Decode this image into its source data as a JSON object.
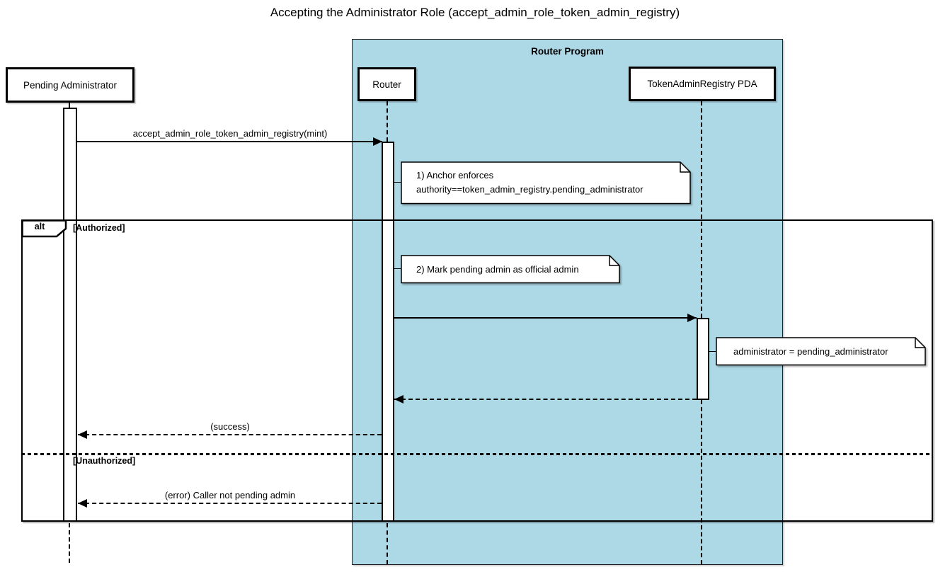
{
  "diagram": {
    "title": "Accepting the Administrator Role (accept_admin_role_token_admin_registry)",
    "type": "uml-sequence-diagram"
  },
  "container": {
    "label": "Router Program",
    "fill": "#ADD8E6"
  },
  "participants": [
    {
      "label": "Pending Administrator"
    },
    {
      "label": "Router"
    },
    {
      "label": "TokenAdminRegistry PDA"
    }
  ],
  "messages": [
    {
      "label": "accept_admin_role_token_admin_registry(mint)",
      "style": "solid",
      "from": "Pending Administrator",
      "to": "Router"
    },
    {
      "label": "",
      "style": "solid",
      "from": "Router",
      "to": "TokenAdminRegistry PDA"
    },
    {
      "label": "",
      "style": "dashed-return",
      "from": "TokenAdminRegistry PDA",
      "to": "Router"
    },
    {
      "label": "(success)",
      "style": "dashed-return",
      "from": "Router",
      "to": "Pending Administrator"
    },
    {
      "label": "(error) Caller not pending admin",
      "style": "dashed-return",
      "from": "Router",
      "to": "Pending Administrator"
    }
  ],
  "notes": [
    {
      "line1": "1) Anchor enforces",
      "line2": "authority==token_admin_registry.pending_administrator"
    },
    {
      "text": "2) Mark pending admin as official admin"
    },
    {
      "text": "administrator = pending_administrator"
    }
  ],
  "alt_frame": {
    "operator": "alt",
    "guard_authorized": "[Authorized]",
    "guard_unauthorized": "[Unauthorized]"
  },
  "colors": {
    "container_fill": "#ADD8E6",
    "note_fill": "#FFFFFF",
    "line": "#000000",
    "background": "#FFFFFF"
  }
}
